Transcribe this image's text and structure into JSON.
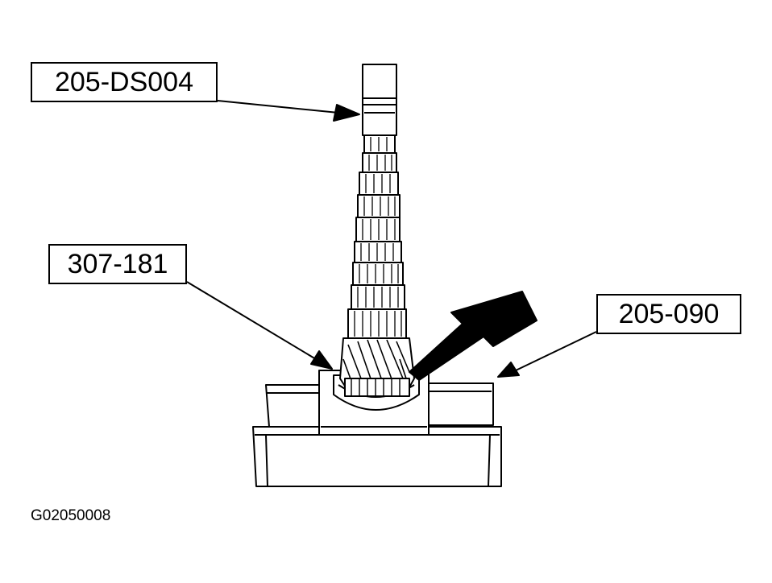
{
  "labels": {
    "tool_205_ds004": "205-DS004",
    "tool_307_181": "307-181",
    "tool_205_090": "205-090"
  },
  "figure_id": "G02050008",
  "colors": {
    "ink": "#000000",
    "paper": "#ffffff"
  }
}
